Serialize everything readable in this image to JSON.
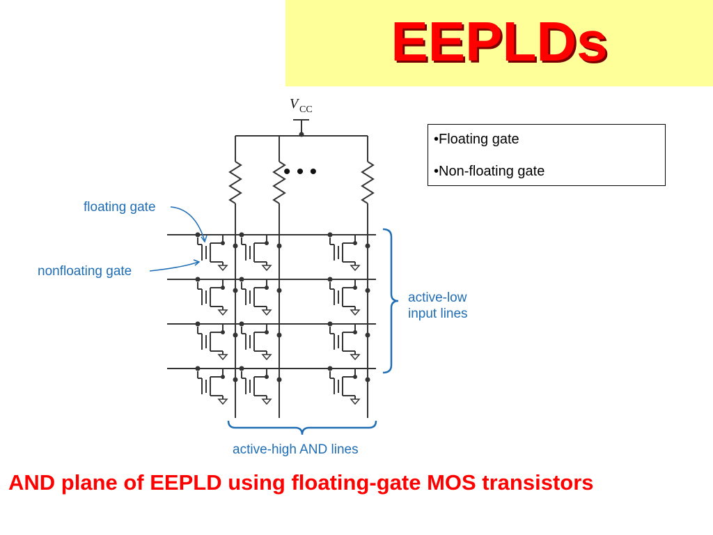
{
  "slide": {
    "title": "EEPLDs",
    "caption": "AND plane of EEPLD using floating-gate MOS transistors",
    "colors": {
      "title": "#ff0000",
      "title_band": "#ffff99",
      "diagram_labels": "#1f6db4",
      "caption": "#ff0000"
    }
  },
  "legend_box": {
    "items": [
      "•Floating gate",
      "•Non-floating gate"
    ]
  },
  "diagram": {
    "supply_label": "V",
    "supply_subscript": "CC",
    "floating_gate_label": "floating gate",
    "nonfloating_gate_label": "nonfloating gate",
    "input_lines_label_line1": "active-low",
    "input_lines_label_line2": "input lines",
    "and_lines_label": "active-high AND lines",
    "ellipsis": "• • •"
  }
}
